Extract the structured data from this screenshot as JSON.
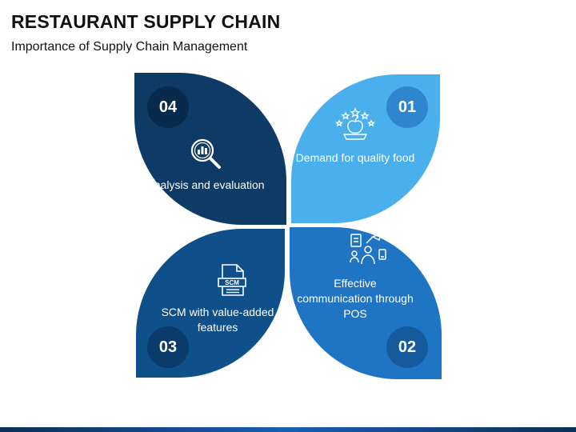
{
  "header": {
    "title": "RESTAURANT SUPPLY CHAIN",
    "subtitle": "Importance of Supply Chain Management"
  },
  "items": [
    {
      "number": "01",
      "label": "Demand for quality food",
      "icon": "food-quality-stars-icon",
      "color": "#4aafed"
    },
    {
      "number": "02",
      "label": "Effective communication through POS",
      "icon": "communication-pos-icon",
      "color": "#1f74c4"
    },
    {
      "number": "03",
      "label": "SCM with value-added features",
      "icon": "scm-document-icon",
      "color": "#0f4f8a",
      "icon_text": "SCM"
    },
    {
      "number": "04",
      "label": "Analysis and evaluation",
      "icon": "magnifier-chart-icon",
      "color": "#0e3a66"
    }
  ]
}
